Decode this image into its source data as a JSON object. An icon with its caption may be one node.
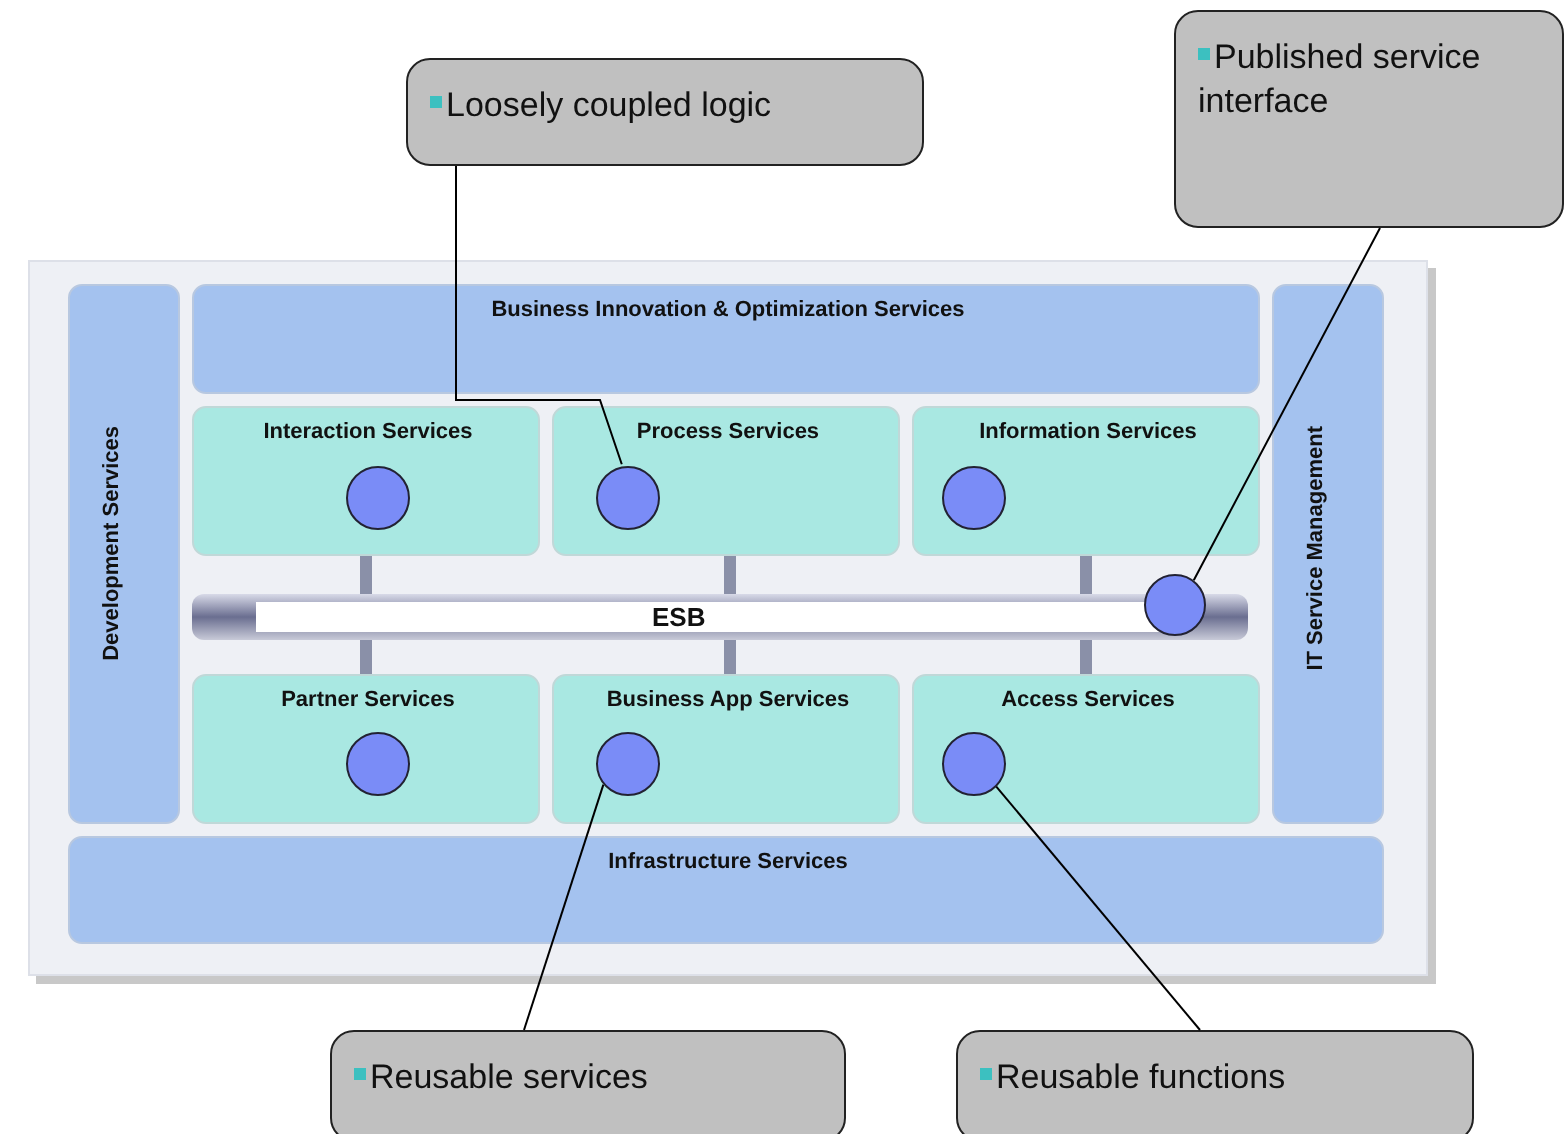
{
  "diagram": {
    "nodes": [
      {
        "text": [
          "Loosely coupled logic"
        ]
      },
      {
        "text": [
          "Published service interface"
        ]
      },
      {
        "text": [
          "Business Innovation & Optimization Services"
        ]
      },
      {
        "text": [
          "Development Services"
        ]
      },
      {
        "text": [
          "IT Service Management"
        ]
      },
      {
        "text": [
          "Interaction Services"
        ]
      },
      {
        "text": [],
        "shape": "circle",
        "in": 5
      },
      {
        "text": [
          "Process Services"
        ]
      },
      {
        "text": [],
        "shape": "circle",
        "in": 7
      },
      {
        "text": [
          "Information Services"
        ]
      },
      {
        "text": [],
        "shape": "circle",
        "in": 9
      },
      {
        "text": [
          "ESB"
        ]
      },
      {
        "text": [],
        "shape": "circle"
      },
      {
        "text": [
          "Partner Services"
        ]
      },
      {
        "text": [],
        "shape": "circle",
        "in": 13
      },
      {
        "text": [
          "Business App Services"
        ]
      },
      {
        "text": [],
        "shape": "circle",
        "in": 15
      },
      {
        "text": [
          "Access Services"
        ]
      },
      {
        "text": [],
        "shape": "circle",
        "in": 17
      },
      {
        "text": [
          "Infrastructure Services"
        ]
      },
      {
        "text": [
          "Reusable services"
        ]
      },
      {
        "text": [
          "Reusable functions"
        ]
      }
    ],
    "edges": [
      {
        "from": 0,
        "to": 8,
        "arrow": "none",
        "color": "#000000"
      },
      {
        "from": 1,
        "to": 12,
        "arrow": "none",
        "color": "#000000"
      },
      {
        "from": 5,
        "to": 11,
        "arrow": "none"
      },
      {
        "from": 7,
        "to": 11,
        "arrow": "none"
      },
      {
        "from": 9,
        "to": 11,
        "arrow": "none"
      },
      {
        "from": 13,
        "to": 11,
        "arrow": "none"
      },
      {
        "from": 15,
        "to": 11,
        "arrow": "none"
      },
      {
        "from": 17,
        "to": 11,
        "arrow": "none"
      },
      {
        "from": 20,
        "to": 16,
        "arrow": "none",
        "color": "#000000"
      },
      {
        "from": 21,
        "to": 18,
        "arrow": "none",
        "color": "#000000"
      }
    ]
  }
}
